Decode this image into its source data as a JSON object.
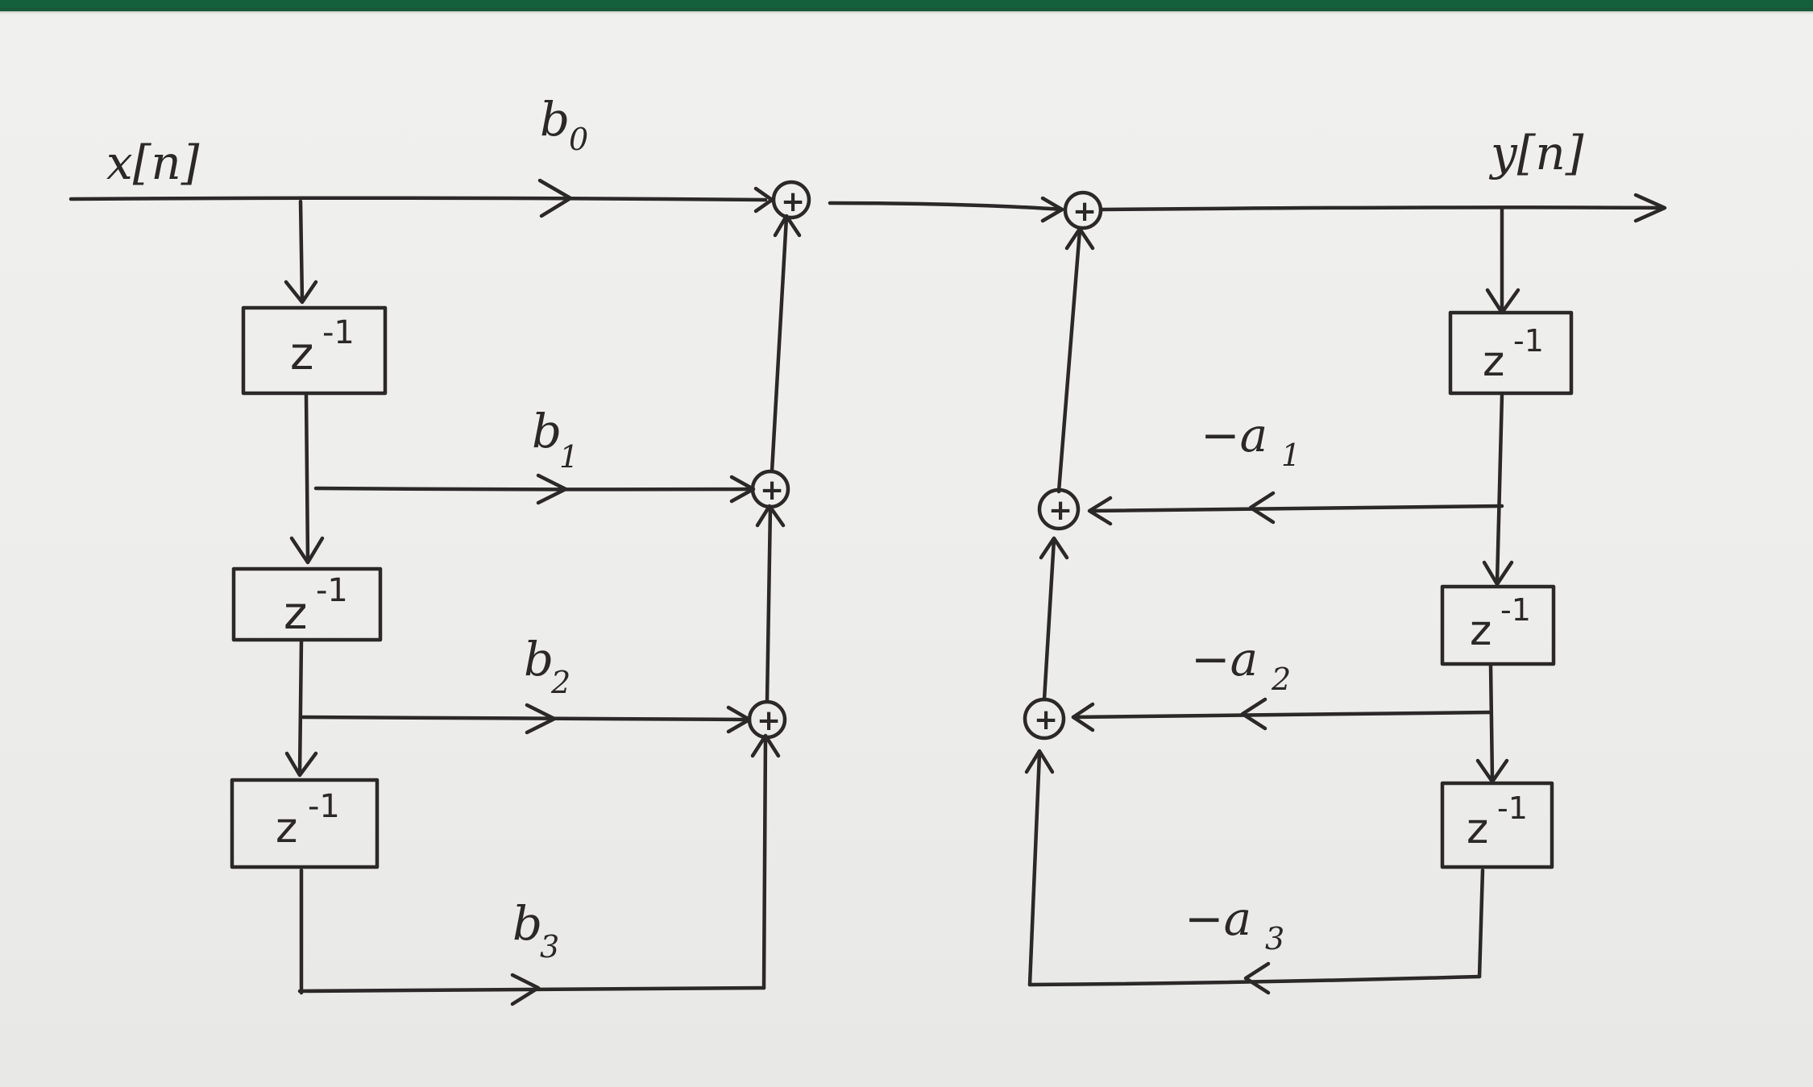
{
  "diagram": {
    "input_signal": "x[n]",
    "output_signal": "y[n]",
    "delay_operator": "z",
    "delay_exponent": "-1",
    "adder_symbol": "+",
    "feedforward": {
      "b0": {
        "base": "b",
        "sub": "0"
      },
      "b1": {
        "base": "b",
        "sub": "1"
      },
      "b2": {
        "base": "b",
        "sub": "2"
      },
      "b3": {
        "base": "b",
        "sub": "3"
      }
    },
    "feedback": {
      "a1": {
        "base": "−a",
        "sub": "1"
      },
      "a2": {
        "base": "−a",
        "sub": "2"
      },
      "a3": {
        "base": "−a",
        "sub": "3"
      }
    }
  },
  "colors": {
    "ink": "#2a2828",
    "paper": "#eeeeec",
    "strip": "#14603c"
  }
}
